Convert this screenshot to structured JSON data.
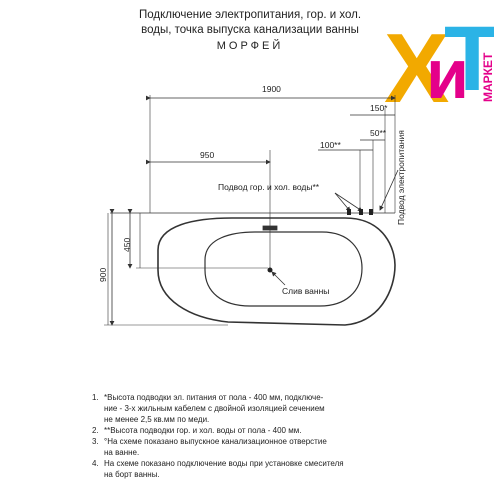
{
  "title": {
    "line1": "Подключение электропитания, гор. и хол.",
    "line2": "воды, точка выпуска канализации ванны",
    "line3": "МОРФЕЙ"
  },
  "logo": {
    "x": "Х",
    "i": "и",
    "t": "Т",
    "market": "МАРКЕТ",
    "colors": {
      "x": "#f2a900",
      "i": "#e4008a",
      "t": "#2bb3e6",
      "market": "#e4008a"
    }
  },
  "dimensions": {
    "total_width": "1900",
    "power_offset": "150*",
    "water_offset_1": "50**",
    "water_offset_2": "100**",
    "drain_offset": "950",
    "drain_depth": "450",
    "total_depth": "900"
  },
  "labels": {
    "water_supply": "Подвод гор. и хол. воды**",
    "power_supply": "Подвод электропитания",
    "drain": "Слив ванны"
  },
  "notes": [
    {
      "num": "1.",
      "text": "*Высота подводки эл. питания от пола - 400 мм, подключе-"
    },
    {
      "num": "",
      "text": "ние - 3-х жильным кабелем с двойной изоляцией сечением"
    },
    {
      "num": "",
      "text": "не менее 2,5 кв.мм по меди."
    },
    {
      "num": "2.",
      "text": "**Высота подводки гор. и хол. воды от пола - 400 мм."
    },
    {
      "num": "3.",
      "text": "°На схеме показано выпускное канализационное отверстие"
    },
    {
      "num": "",
      "text": "на ванне."
    },
    {
      "num": "4.",
      "text": "На схеме показано подключение воды при установке смесителя"
    },
    {
      "num": "",
      "text": "на борт ванны."
    }
  ]
}
